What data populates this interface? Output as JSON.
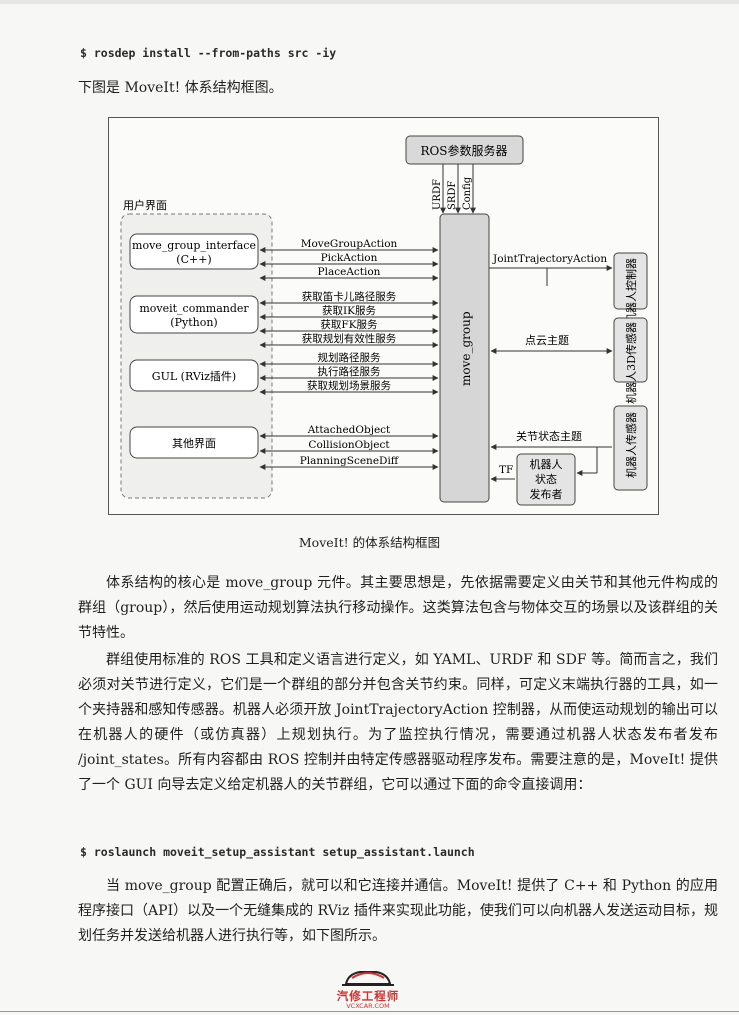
{
  "commands": {
    "install": "$ rosdep install --from-paths src -iy",
    "launch": "$ roslaunch moveit_setup_assistant setup_assistant.launch"
  },
  "intro": "下图是 MoveIt! 体系结构框图。",
  "figure": {
    "param_server": "ROS参数服务器",
    "param_items": [
      "URDF",
      "SRDF",
      "Config"
    ],
    "ui_group_title": "用户界面",
    "ui_boxes": [
      [
        "move_group_interface",
        "(C++)"
      ],
      [
        "moveit_commander",
        "(Python)"
      ],
      [
        "GUL (RViz插件)"
      ],
      [
        "其他界面"
      ]
    ],
    "move_group": "move_group",
    "interface_messages": [
      "MoveGroupAction",
      "PickAction",
      "PlaceAction",
      "获取笛卡儿路径服务",
      "获取IK服务",
      "获取FK服务",
      "获取规划有效性服务",
      "规划路径服务",
      "执行路径服务",
      "获取规划场景服务",
      "AttachedObject",
      "CollisionObject",
      "PlanningSceneDiff"
    ],
    "right_messages": {
      "joint_traj": "JointTrajectoryAction",
      "point_cloud": "点云主题",
      "joint_states": "关节状态主题",
      "tf": "TF"
    },
    "robot_boxes": {
      "controller": "机器人控制器",
      "sensor_3d": "机器人3D传感器",
      "sensors": "机器人传感器",
      "state_publisher": [
        "机器人",
        "状态",
        "发布者"
      ]
    }
  },
  "caption": "MoveIt! 的体系结构框图",
  "paragraphs": [
    "体系结构的核心是 move_group 元件。其主要思想是，先依据需要定义由关节和其他元件构成的群组（group），然后使用运动规划算法执行移动操作。这类算法包含与物体交互的场景以及该群组的关节特性。",
    "群组使用标准的 ROS 工具和定义语言进行定义，如 YAML、URDF 和 SDF 等。简而言之，我们必须对关节进行定义，它们是一个群组的部分并包含关节约束。同样，可定义末端执行器的工具，如一个夹持器和感知传感器。机器人必须开放 JointTrajectoryAction 控制器，从而使运动规划的输出可以在机器人的硬件（或仿真器）上规划执行。为了监控执行情况，需要通过机器人状态发布者发布 /joint_states。所有内容都由 ROS 控制并由特定传感器驱动程序发布。需要注意的是，MoveIt! 提供了一个 GUI 向导去定义给定机器人的关节群组，它可以通过下面的命令直接调用：",
    "当 move_group 配置正确后，就可以和它连接并通信。MoveIt! 提供了 C++ 和 Python 的应用程序接口（API）以及一个无缝集成的 RViz 插件来实现此功能，使我们可以向机器人发送运动目标，规划任务并发送给机器人进行执行等，如下图所示。"
  ],
  "watermark": {
    "name": "汽修工程师",
    "site": "VCXCAR.COM"
  }
}
